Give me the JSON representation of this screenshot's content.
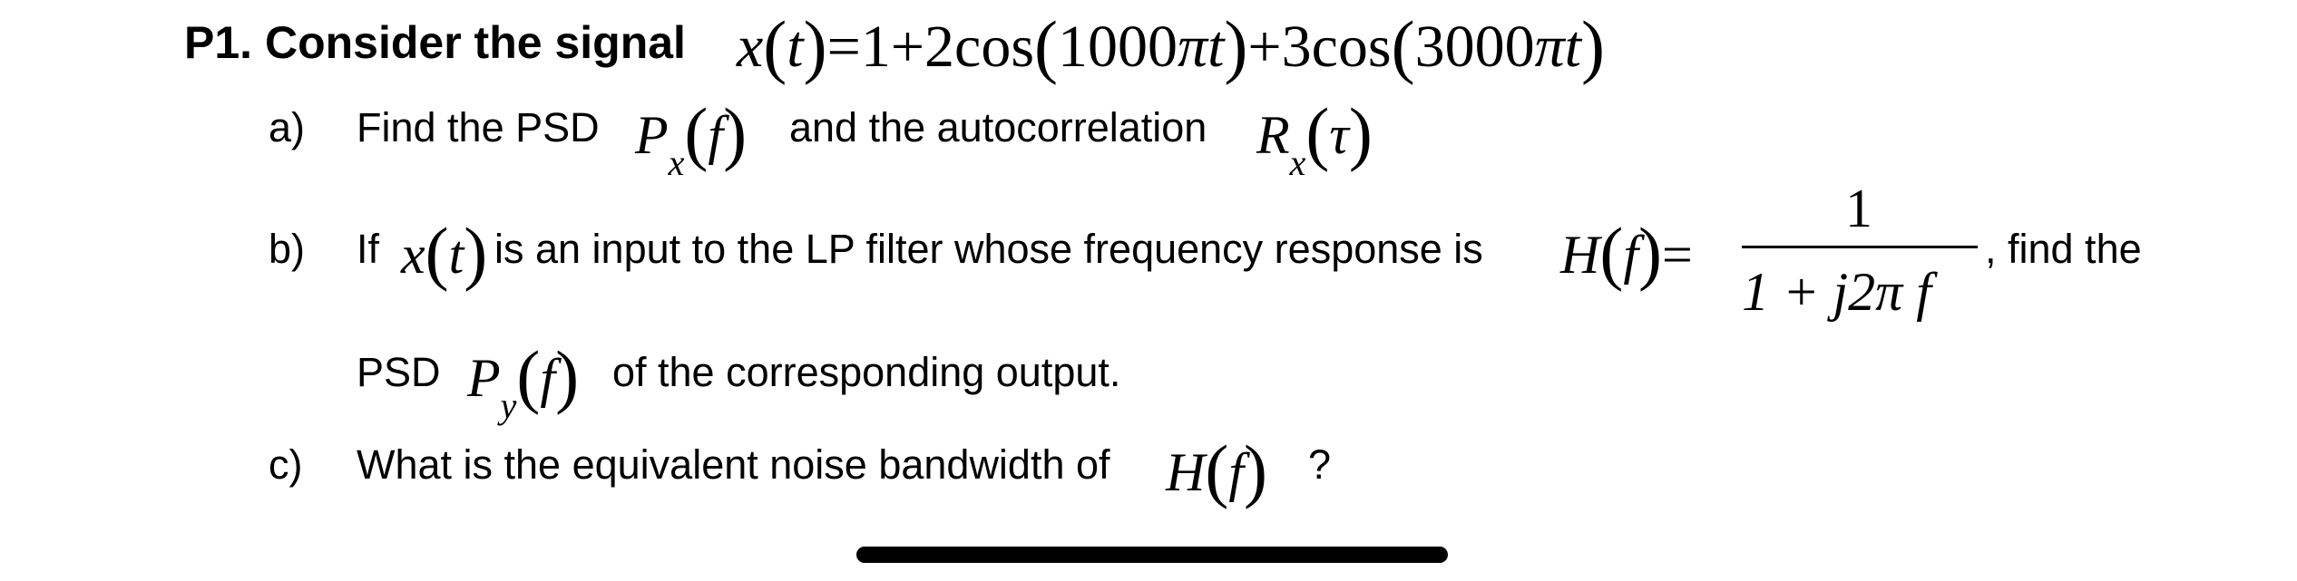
{
  "problem": {
    "label": "P1.",
    "intro": "Consider the signal",
    "signal": "x(t) = 1 + 2cos(1000πt) + 3cos(3000πt)"
  },
  "parts": {
    "a": {
      "marker": "a)",
      "text1": "Find the PSD",
      "text2": "and the autocorrelation"
    },
    "b": {
      "marker": "b)",
      "text1": "If",
      "text2": "is an input to the LP filter whose frequency response is",
      "numerator": "1",
      "denominator": "1 + j2π f",
      "text3": ", find the",
      "text4": "PSD",
      "text5": "of the corresponding output."
    },
    "c": {
      "marker": "c)",
      "text1": "What is the equivalent noise bandwidth of",
      "text2": "?"
    }
  }
}
